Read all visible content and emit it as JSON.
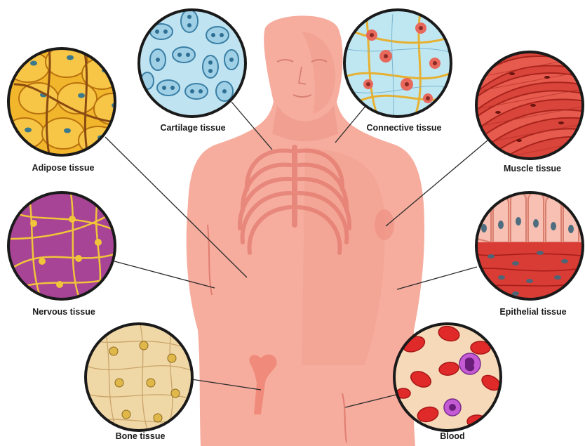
{
  "labels": {
    "adipose": "Adipose tissue",
    "cartilage": "Cartilage tissue",
    "connective": "Connective tissue",
    "muscle": "Muscle tissue",
    "nervous": "Nervous tissue",
    "epithelial": "Epithelial tissue",
    "bone": "Bone tissue",
    "blood": "Blood"
  },
  "colors": {
    "body": "#f5a898",
    "body_shade": "#ee8f80",
    "ribs": "#e27a6e",
    "adipose": "#f2b62c",
    "cartilage": "#bfe3f1",
    "connective": "#bfe7f2",
    "muscle": "#d9453a",
    "nervous": "#9a3a8a",
    "epithelial": "#f4b0a2",
    "bone": "#f0d7a6",
    "blood": "#f6d9b8"
  }
}
